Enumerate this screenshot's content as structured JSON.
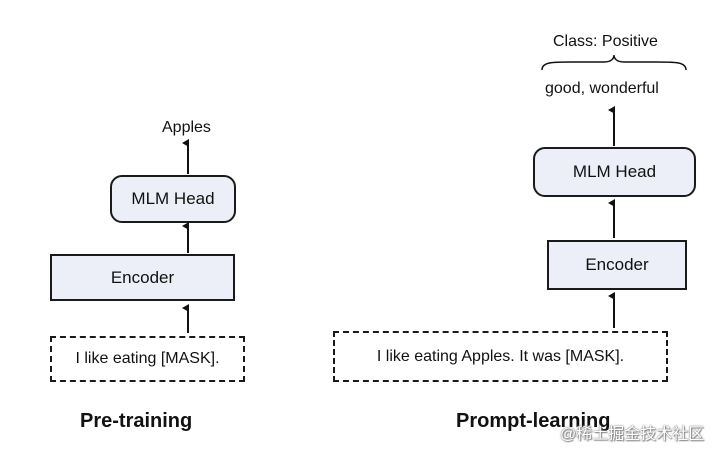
{
  "pretraining": {
    "output_label": "Apples",
    "head_label": "MLM Head",
    "encoder_label": "Encoder",
    "input_text": "I like eating [MASK].",
    "caption": "Pre-training"
  },
  "prompt_learning": {
    "class_label": "Class: Positive",
    "output_label": "good, wonderful",
    "head_label": "MLM Head",
    "encoder_label": "Encoder",
    "input_text": "I like eating Apples. It was [MASK].",
    "caption": "Prompt-learning"
  },
  "watermark": "@稀土掘金技术社区"
}
